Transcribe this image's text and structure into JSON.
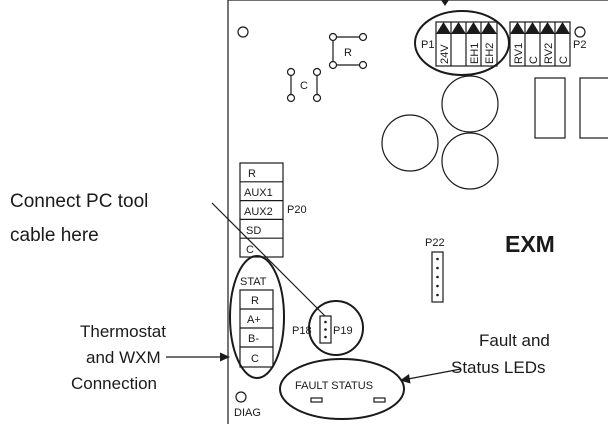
{
  "board": {
    "model": "EXM",
    "relay_labels": [
      "R",
      "C"
    ],
    "p1": {
      "label": "P1",
      "pins": [
        "24V",
        "",
        "EH1",
        "EH2"
      ]
    },
    "p2": {
      "label": "P2",
      "pins": [
        "RV1",
        "C",
        "RV2",
        "C"
      ]
    },
    "p20": {
      "label": "P20",
      "pins": [
        "R",
        "AUX1",
        "AUX2",
        "SD",
        "C"
      ]
    },
    "stat": {
      "label": "STAT",
      "pins": [
        "R",
        "A+",
        "B-",
        "C"
      ]
    },
    "p18": "P18",
    "p19": "P19",
    "p22": "P22",
    "leds": "FAULT STATUS",
    "diag": "DIAG"
  },
  "callouts": {
    "pc_tool": [
      "Connect PC tool",
      "cable here"
    ],
    "thermostat": [
      "Thermostat",
      "and WXM",
      "Connection"
    ],
    "fault_status": [
      "Fault and",
      "Status LEDs"
    ]
  }
}
